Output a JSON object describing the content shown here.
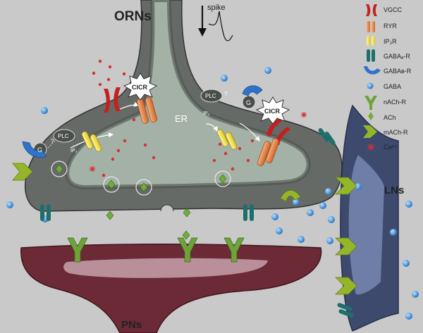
{
  "labels": {
    "orns": "ORNs",
    "spike": "spike",
    "er": "ER",
    "cicr_left": "CICR",
    "cicr_right": "CICR",
    "plc_left": "PLC",
    "plc_right": "PLC",
    "ip3_left": "IP₃",
    "ip3_right": "IP₃",
    "g_left": "G",
    "g_right": "G",
    "question_left": "?",
    "question_right": "?",
    "lns": "LNs",
    "pns": "PNs"
  },
  "legend": [
    {
      "label": "VGCC",
      "icon": "vgcc-icon"
    },
    {
      "label": "RYR",
      "icon": "ryr-icon"
    },
    {
      "label": "IP₃R",
      "icon": "ip3r-icon"
    },
    {
      "label": "GABAₐ-R",
      "icon": "gaba-a-receptor-icon"
    },
    {
      "label": "GABAʙ-R",
      "icon": "gaba-b-receptor-icon"
    },
    {
      "label": "GABA",
      "icon": "gaba-icon"
    },
    {
      "label": "nACh-R",
      "icon": "nach-receptor-icon"
    },
    {
      "label": "ACh",
      "icon": "ach-icon"
    },
    {
      "label": "mACh-R",
      "icon": "mach-receptor-icon"
    },
    {
      "label": "Ca²⁺",
      "icon": "calcium-icon"
    }
  ],
  "colors": {
    "background": "#c9c9c9",
    "orn_terminal": "#666a66",
    "er": "#a3b1a6",
    "ln_outer": "#3d4a6e",
    "ln_inner": "#6f7ea6",
    "pn_outer": "#6b2a35",
    "pn_inner": "#b9909a",
    "vgcc": "#c42020",
    "ryr": "#e07a3a",
    "ip3r": "#f2df2a",
    "gaba_a": "#1f6e6e",
    "gaba_b": "#2f73c9",
    "gaba": "#2f8fd6",
    "nach": "#6fa23a",
    "ach": "#6fae3c",
    "mach": "#95b52a",
    "calcium": "#d93030"
  }
}
